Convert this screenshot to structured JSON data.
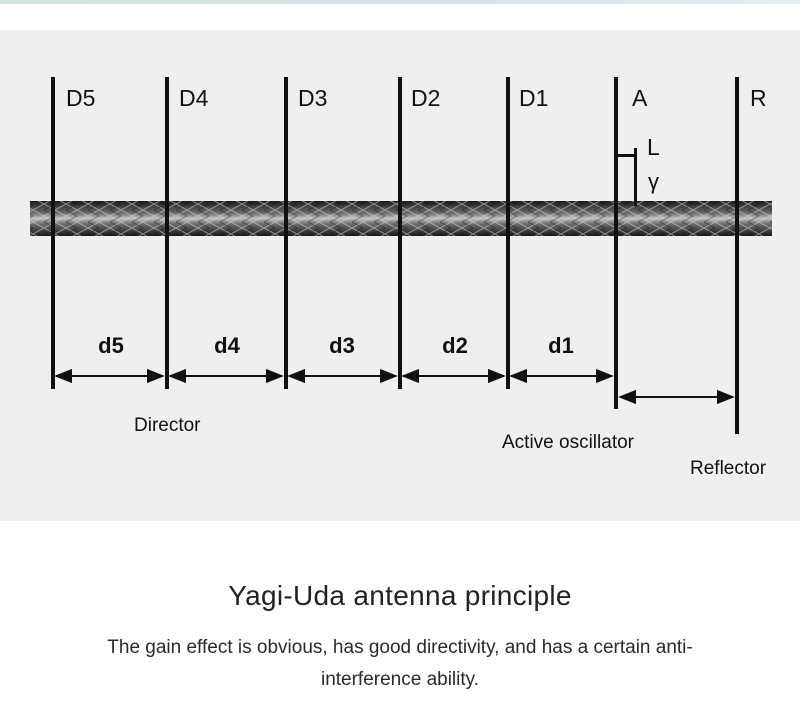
{
  "diagram": {
    "elements": [
      {
        "id": "d5",
        "top_label": "D5",
        "spacing_label": "d5"
      },
      {
        "id": "d4",
        "top_label": "D4",
        "spacing_label": "d4"
      },
      {
        "id": "d3",
        "top_label": "D3",
        "spacing_label": "d3"
      },
      {
        "id": "d2",
        "top_label": "D2",
        "spacing_label": "d2"
      },
      {
        "id": "d1",
        "top_label": "D1",
        "spacing_label": "d1"
      },
      {
        "id": "a",
        "top_label": "A",
        "spacing_label": ""
      },
      {
        "id": "r",
        "top_label": "R",
        "spacing_label": ""
      }
    ],
    "feed_labels": {
      "length": "L",
      "gamma": "γ"
    },
    "group_labels": {
      "director": "Director",
      "active": "Active oscillator",
      "reflector": "Reflector"
    },
    "colors": {
      "panel": "#efefef",
      "ink": "#111111",
      "boom_dark": "#2b2b2b",
      "boom_light": "#bdbdbd"
    }
  },
  "caption": {
    "title": "Yagi-Uda antenna principle",
    "text": "The gain effect is obvious, has good directivity, and has a certain anti-interference ability."
  }
}
